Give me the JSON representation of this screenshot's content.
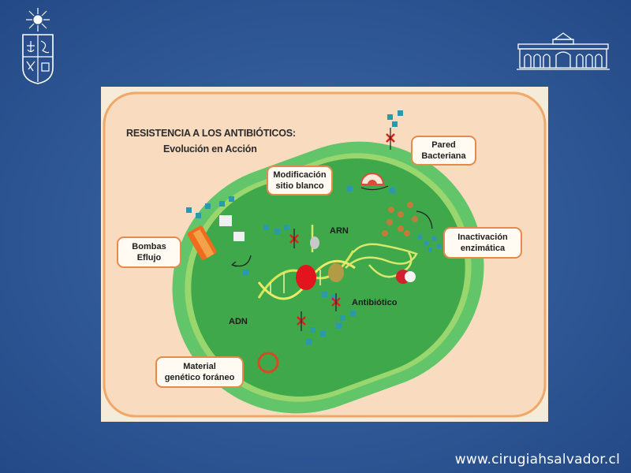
{
  "figure": {
    "title": "RESISTENCIA A LOS ANTIBIÓTICOS:",
    "subtitle": "Evolución en Acción",
    "callouts": {
      "pared_line1": "Pared",
      "pared_line2": "Bacteriana",
      "modificacion_line1": "Modificación",
      "modificacion_line2": "sitio blanco",
      "bombas_line1": "Bombas",
      "bombas_line2": "Eflujo",
      "inactivacion_line1": "Inactivación",
      "inactivacion_line2": "enzimática",
      "material_line1": "Material",
      "material_line2": "genético foráneo"
    },
    "labels": {
      "arn": "ARN",
      "adn": "ADN",
      "antibiotico": "Antibiótico"
    }
  },
  "footer": {
    "url": "www.cirugiahsalvador.cl"
  },
  "colors": {
    "background": "#2f5896",
    "cell_wall": "#5dc267",
    "cytoplasm": "#3aa348",
    "callout_border": "#e58a4c",
    "antibiotic": "#2a9aa8",
    "block": "#d9221e"
  }
}
